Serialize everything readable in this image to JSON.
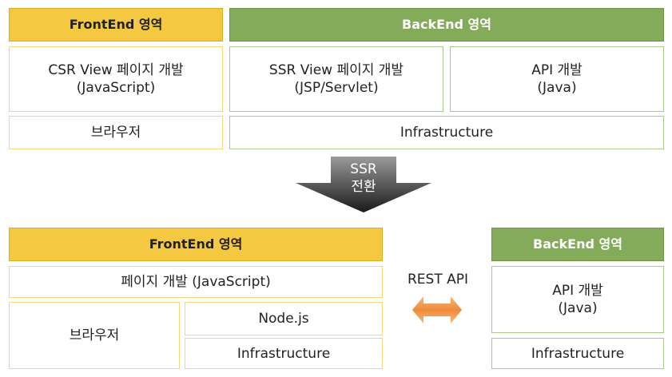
{
  "top": {
    "frontend_header": "FrontEnd 영역",
    "backend_header": "BackEnd 영역",
    "csr_line1": "CSR View 페이지 개발",
    "csr_line2": "(JavaScript)",
    "ssr_line1": "SSR View 페이지 개발",
    "ssr_line2": "(JSP/Servlet)",
    "api_line1": "API 개발",
    "api_line2": "(Java)",
    "browser": "브라우저",
    "infrastructure": "Infrastructure"
  },
  "transition": {
    "line1": "SSR",
    "line2": "전환"
  },
  "bottom": {
    "frontend_header": "FrontEnd 영역",
    "backend_header": "BackEnd 영역",
    "page_dev": "페이지 개발 (JavaScript)",
    "browser": "브라우저",
    "nodejs": "Node.js",
    "fe_infrastructure": "Infrastructure",
    "rest_api": "REST API",
    "api_line1": "API 개발",
    "api_line2": "(Java)",
    "be_infrastructure": "Infrastructure"
  },
  "colors": {
    "frontend": "#f5c842",
    "backend": "#84ab5a",
    "arrow_down": "#000000",
    "arrow_double": "#f08a3c"
  }
}
